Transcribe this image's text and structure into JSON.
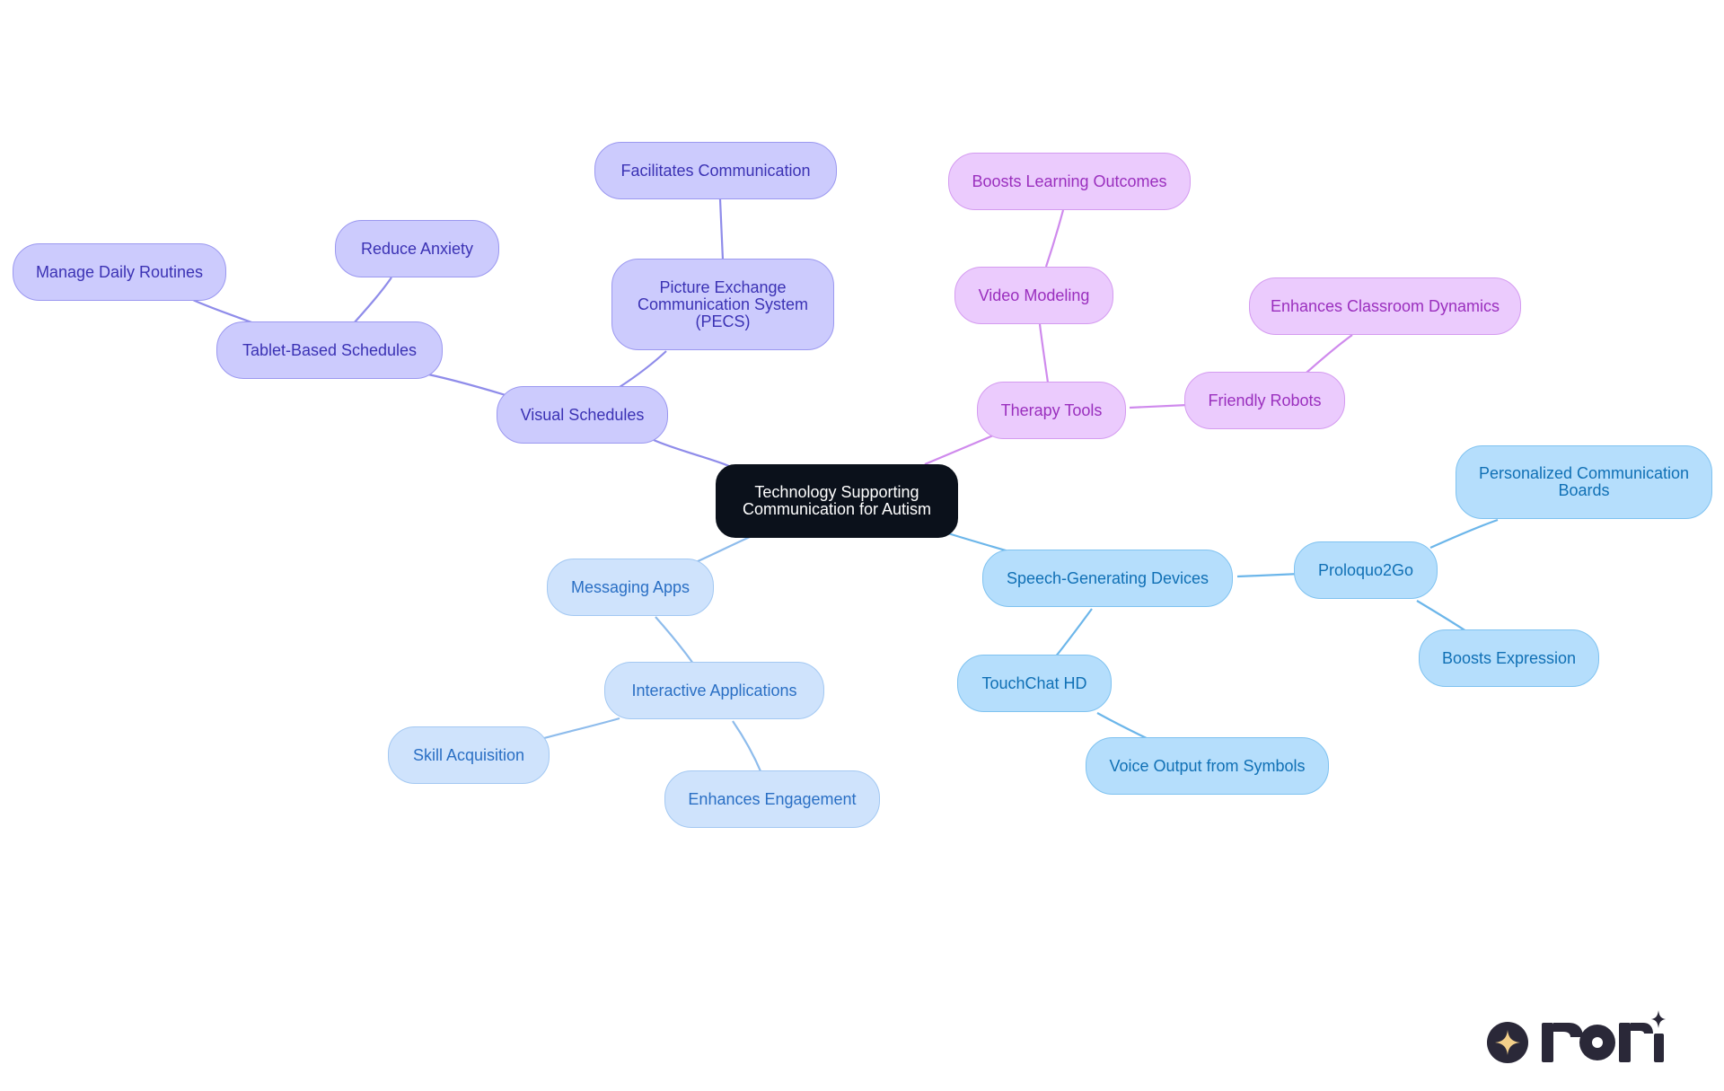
{
  "mindmap": {
    "root": "Technology Supporting Communication for Autism",
    "branches": [
      {
        "label": "Visual Schedules",
        "children": [
          {
            "label": "Tablet-Based Schedules",
            "children": [
              "Manage Daily Routines",
              "Reduce Anxiety"
            ]
          },
          {
            "label": "Picture Exchange Communication System (PECS)",
            "children": [
              "Facilitates Communication"
            ]
          }
        ]
      },
      {
        "label": "Therapy Tools",
        "children": [
          {
            "label": "Video Modeling",
            "children": [
              "Boosts Learning Outcomes"
            ]
          },
          {
            "label": "Friendly Robots",
            "children": [
              "Enhances Classroom Dynamics"
            ]
          }
        ]
      },
      {
        "label": "Speech-Generating Devices",
        "children": [
          {
            "label": "Proloquo2Go",
            "children": [
              "Personalized Communication Boards",
              "Boosts Expression"
            ]
          },
          {
            "label": "TouchChat HD",
            "children": [
              "Voice Output from Symbols"
            ]
          }
        ]
      },
      {
        "label": "Messaging Apps",
        "children": [
          {
            "label": "Interactive Applications",
            "children": [
              "Skill Acquisition",
              "Enhances Engagement"
            ]
          }
        ]
      }
    ]
  },
  "colors": {
    "root_fill": "#0b111b",
    "root_text": "#ffffff",
    "indigo_fill": "#cccbfd",
    "indigo_border": "#9b98f0",
    "indigo_text": "#3b32b4",
    "indigo_edge": "#8f8cea",
    "purple_fill": "#ebcbfd",
    "purple_border": "#d49bf0",
    "purple_text": "#9a2fbe",
    "purple_edge": "#cf8aed",
    "blue_fill": "#b5defc",
    "blue_border": "#7fc2f0",
    "blue_text": "#1070b5",
    "blue_edge": "#6cb6ea",
    "lightblue_fill": "#cfe3fc",
    "lightblue_border": "#a3c8f2",
    "lightblue_text": "#2a6fc4",
    "lightblue_edge": "#8ebcec"
  },
  "logo": {
    "text": "rori",
    "icon": "sparkle-circle-icon"
  }
}
